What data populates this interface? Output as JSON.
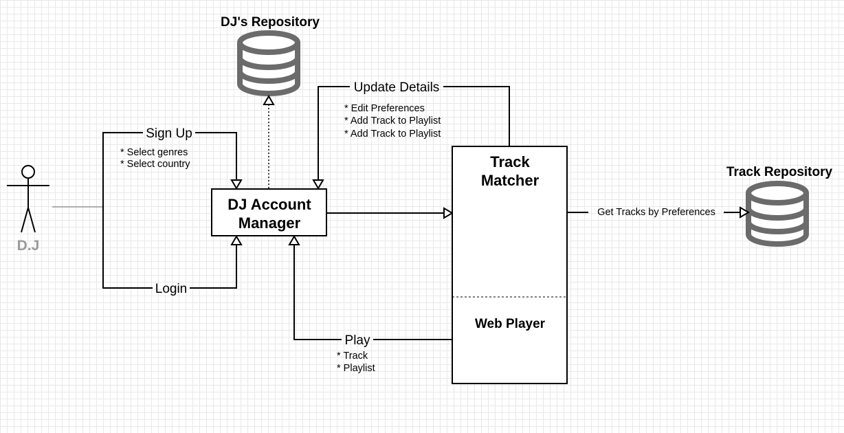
{
  "actor": {
    "name": "D.J"
  },
  "nodes": {
    "dj_repository": {
      "title": "DJ's Repository",
      "icon": "database-icon"
    },
    "track_repository": {
      "title": "Track Repository",
      "icon": "database-icon"
    },
    "dj_account_manager": {
      "line1": "DJ Account",
      "line2": "Manager"
    },
    "track_matcher": {
      "line1": "Track",
      "line2": "Matcher",
      "section": "Web Player"
    }
  },
  "edges": {
    "sign_up": {
      "label": "Sign Up",
      "notes": [
        "* Select genres",
        "* Select country"
      ]
    },
    "login": {
      "label": "Login"
    },
    "update_details": {
      "label": "Update Details",
      "notes": [
        "* Edit Preferences",
        "* Add Track to Playlist",
        "* Add Track to Playlist"
      ]
    },
    "play": {
      "label": "Play",
      "notes": [
        "* Track",
        "* Playlist"
      ]
    },
    "get_tracks": {
      "label": "Get Tracks by Preferences"
    }
  },
  "colors": {
    "stroke": "#000000",
    "db_icon": "#6b6b6b",
    "actor_label": "#9a9a9a",
    "grid": "#e8e8e8"
  }
}
